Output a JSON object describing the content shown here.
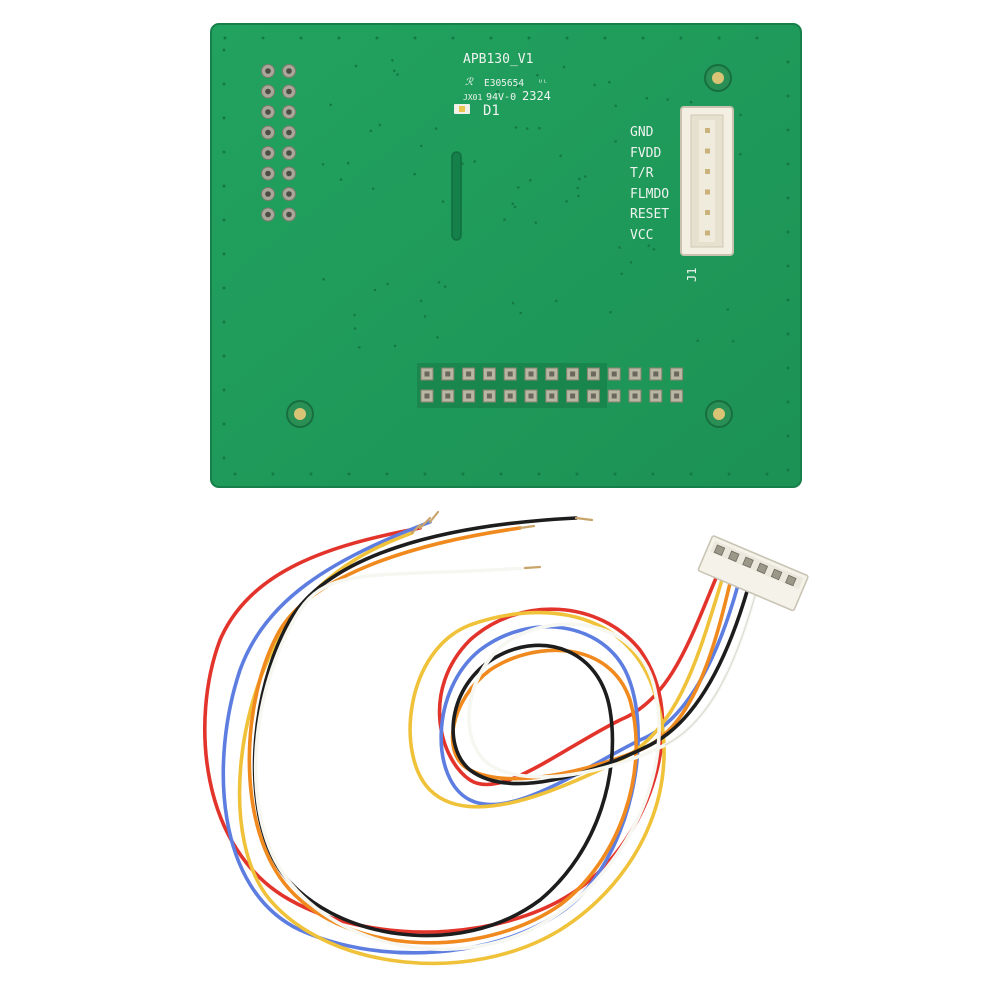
{
  "board": {
    "part_number": "APB130_V1",
    "ul_number": "E305654",
    "maker_code": "JX01",
    "flammability_rating": "94V-0",
    "date_code": "2324",
    "led_designator": "D1",
    "connector_designator": "J1",
    "connector_pins": [
      "GND",
      "FVDD",
      "T/R",
      "FLMDO",
      "RESET",
      "VCC"
    ],
    "colors": {
      "solder_mask": "#1f9a5a",
      "silkscreen": "#eef3ef",
      "pad": "#b9b6a4",
      "connector_housing": "#f3efe2"
    }
  },
  "cable": {
    "wire_colors": [
      "#e3342c",
      "#5d7ee0",
      "#f0c23a",
      "#f08a1e",
      "#1d1d1d",
      "#f7f7f2"
    ],
    "connector_color": "#f5f2ea"
  }
}
